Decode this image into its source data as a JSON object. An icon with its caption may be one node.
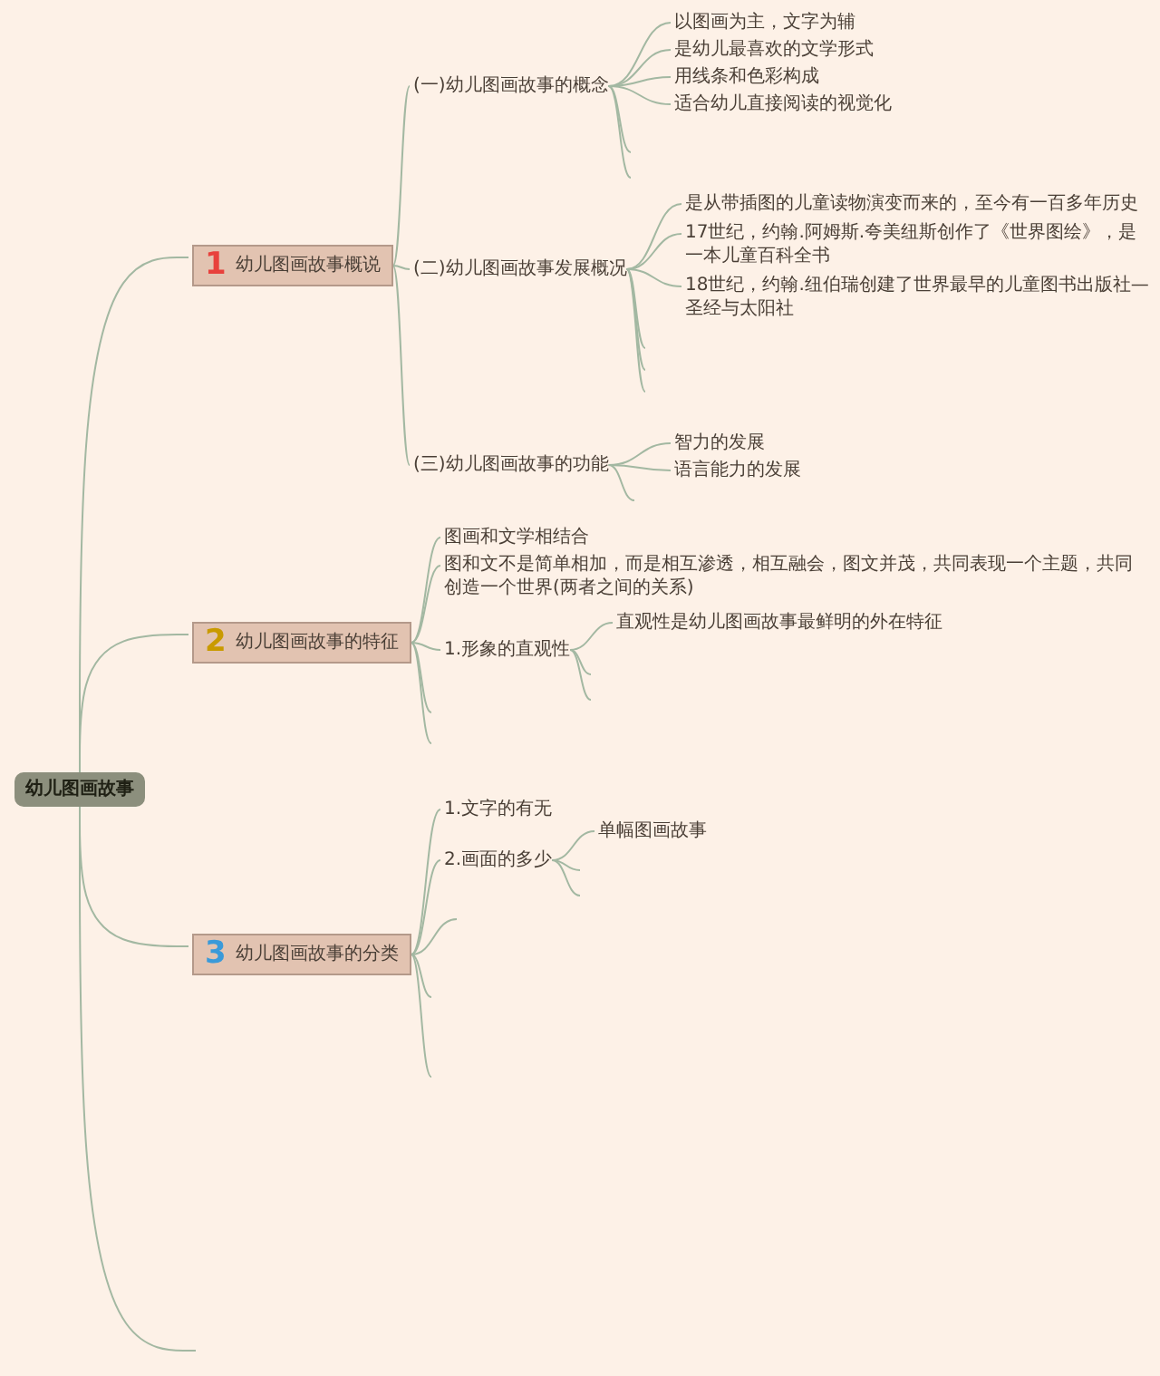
{
  "diagram": {
    "nodes": [
      {
        "text": [
          "幼儿图画故事"
        ]
      },
      {
        "text": [
          "1",
          "幼儿图画故事概说"
        ]
      },
      {
        "text": [
          "(一)幼儿图画故事的概念"
        ]
      },
      {
        "text": [
          "以图画为主，文字为辅"
        ]
      },
      {
        "text": [
          "是幼儿最喜欢的文学形式"
        ]
      },
      {
        "text": [
          "用线条和色彩构成"
        ]
      },
      {
        "text": [
          "适合幼儿直接阅读的视觉化"
        ]
      },
      {
        "text": [
          "(二)幼儿图画故事发展概况"
        ]
      },
      {
        "text": [
          "是从带插图的儿童读物演变而来的，至今有一百多年历史"
        ]
      },
      {
        "text": [
          "17世纪，约翰.阿姆斯.夸美纽斯创作了《世界图绘》，是一本儿童百科全书"
        ]
      },
      {
        "text": [
          "18世纪，约翰.纽伯瑞创建了世界最早的儿童图书出版社—圣经与太阳社"
        ]
      },
      {
        "text": [
          "(三)幼儿图画故事的功能"
        ]
      },
      {
        "text": [
          "智力的发展"
        ]
      },
      {
        "text": [
          "语言能力的发展"
        ]
      },
      {
        "text": [
          "2",
          "幼儿图画故事的特征"
        ]
      },
      {
        "text": [
          "图画和文学相结合"
        ]
      },
      {
        "text": [
          "图和文不是简单相加，而是相互渗透，相互融会，图文并茂，共同表现一个主题，共同创造一个世界(两者之间的关系)"
        ]
      },
      {
        "text": [
          "1.形象的直观性"
        ]
      },
      {
        "text": [
          "直观性是幼儿图画故事最鲜明的外在特征"
        ]
      },
      {
        "text": [
          "3",
          "幼儿图画故事的分类"
        ]
      },
      {
        "text": [
          "1.文字的有无"
        ]
      },
      {
        "text": [
          "2.画面的多少"
        ]
      },
      {
        "text": [
          "单幅图画故事"
        ]
      }
    ],
    "edges": [
      {
        "from": 0,
        "to": 1,
        "arrow": "none"
      },
      {
        "from": 0,
        "to": 14,
        "arrow": "none"
      },
      {
        "from": 0,
        "to": 19,
        "arrow": "none"
      },
      {
        "from": 0,
        "to": null,
        "arrow": "none"
      },
      {
        "from": 1,
        "to": 2,
        "arrow": "none"
      },
      {
        "from": 1,
        "to": 7,
        "arrow": "none"
      },
      {
        "from": 1,
        "to": 11,
        "arrow": "none"
      },
      {
        "from": 2,
        "to": 3,
        "arrow": "none"
      },
      {
        "from": 2,
        "to": 4,
        "arrow": "none"
      },
      {
        "from": 2,
        "to": 5,
        "arrow": "none"
      },
      {
        "from": 2,
        "to": 6,
        "arrow": "none"
      },
      {
        "from": 2,
        "to": null,
        "arrow": "none"
      },
      {
        "from": 2,
        "to": null,
        "arrow": "none"
      },
      {
        "from": 7,
        "to": 8,
        "arrow": "none"
      },
      {
        "from": 7,
        "to": 9,
        "arrow": "none"
      },
      {
        "from": 7,
        "to": 10,
        "arrow": "none"
      },
      {
        "from": 7,
        "to": null,
        "arrow": "none"
      },
      {
        "from": 7,
        "to": null,
        "arrow": "none"
      },
      {
        "from": 7,
        "to": null,
        "arrow": "none"
      },
      {
        "from": 11,
        "to": 12,
        "arrow": "none"
      },
      {
        "from": 11,
        "to": 13,
        "arrow": "none"
      },
      {
        "from": 11,
        "to": null,
        "arrow": "none"
      },
      {
        "from": 14,
        "to": 15,
        "arrow": "none"
      },
      {
        "from": 14,
        "to": 16,
        "arrow": "none"
      },
      {
        "from": 14,
        "to": 17,
        "arrow": "none"
      },
      {
        "from": 14,
        "to": null,
        "arrow": "none"
      },
      {
        "from": 14,
        "to": null,
        "arrow": "none"
      },
      {
        "from": 17,
        "to": 18,
        "arrow": "none"
      },
      {
        "from": 17,
        "to": null,
        "arrow": "none"
      },
      {
        "from": 17,
        "to": null,
        "arrow": "none"
      },
      {
        "from": 19,
        "to": 20,
        "arrow": "none"
      },
      {
        "from": 19,
        "to": 21,
        "arrow": "none"
      },
      {
        "from": 19,
        "to": null,
        "arrow": "none"
      },
      {
        "from": 19,
        "to": null,
        "arrow": "none"
      },
      {
        "from": 19,
        "to": null,
        "arrow": "none"
      },
      {
        "from": 21,
        "to": 22,
        "arrow": "none"
      },
      {
        "from": 21,
        "to": null,
        "arrow": "none"
      },
      {
        "from": 21,
        "to": null,
        "arrow": "none"
      }
    ]
  }
}
